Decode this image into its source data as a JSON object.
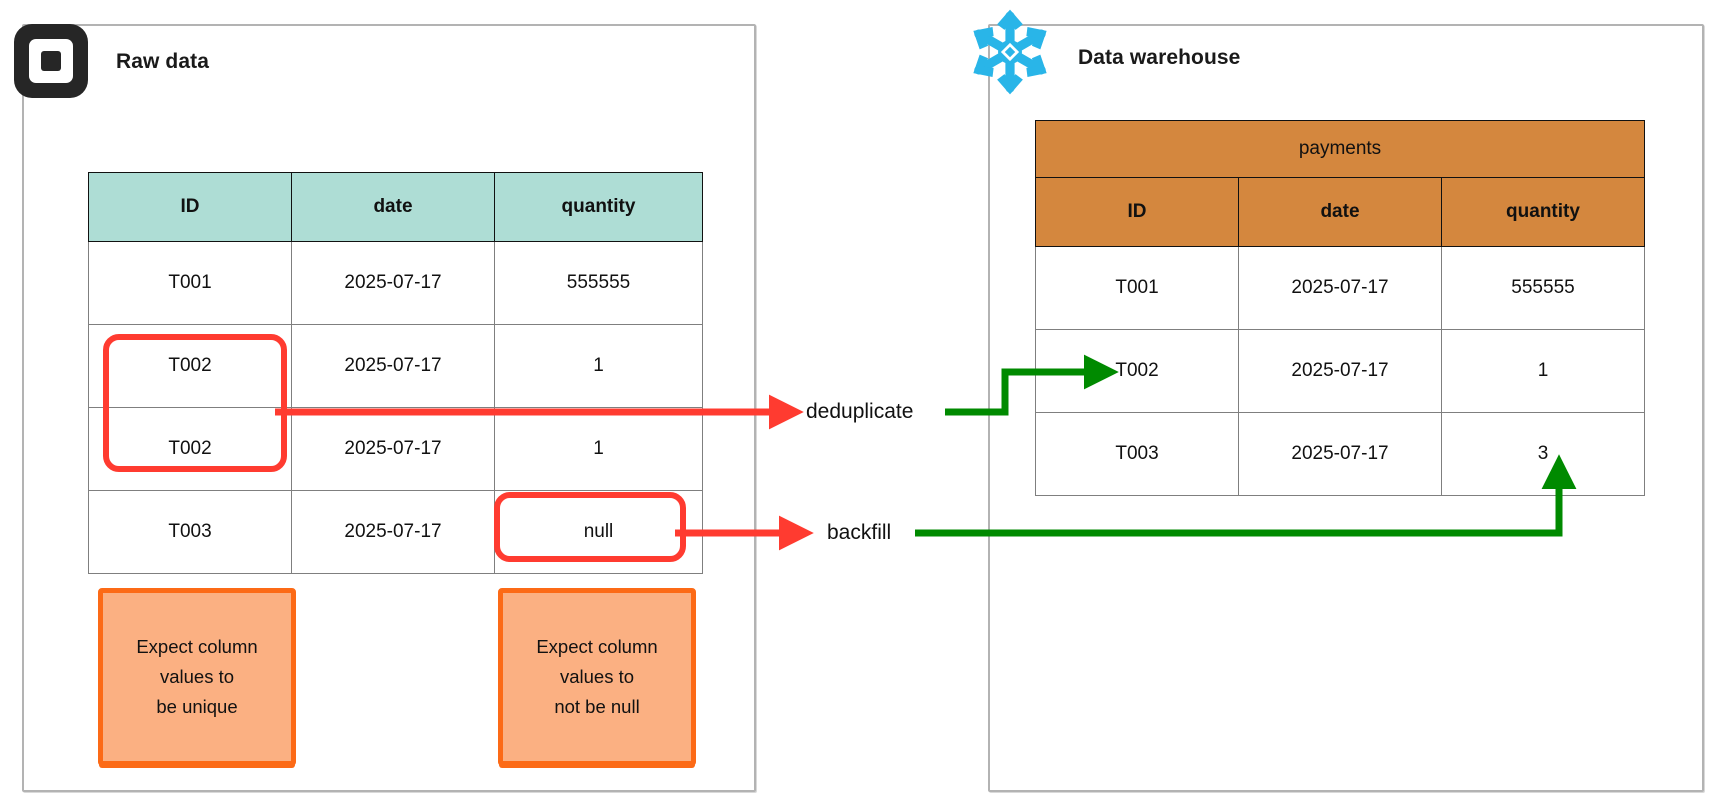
{
  "panels": {
    "left": {
      "title": "Raw data",
      "logo": "square-logo"
    },
    "right": {
      "title": "Data warehouse",
      "logo": "snowflake-logo"
    }
  },
  "raw_table": {
    "columns": [
      "ID",
      "date",
      "quantity"
    ],
    "rows": [
      [
        "T001",
        "2025-07-17",
        "555555"
      ],
      [
        "T002",
        "2025-07-17",
        "1"
      ],
      [
        "T002",
        "2025-07-17",
        "1"
      ],
      [
        "T003",
        "2025-07-17",
        "null"
      ]
    ],
    "header_color": "#AEDDD5"
  },
  "warehouse_table": {
    "caption": "payments",
    "columns": [
      "ID",
      "date",
      "quantity"
    ],
    "rows": [
      [
        "T001",
        "2025-07-17",
        "555555"
      ],
      [
        "T002",
        "2025-07-17",
        "1"
      ],
      [
        "T003",
        "2025-07-17",
        "3"
      ]
    ],
    "header_color": "#D4873E"
  },
  "sticky_notes": [
    {
      "line1": "Expect column",
      "line2": "values to",
      "line3": "be unique"
    },
    {
      "line1": "Expect column",
      "line2": "values to",
      "line3": "not be null"
    }
  ],
  "flows": [
    {
      "label": "deduplicate",
      "in_color": "#FF3B30",
      "out_color": "#008A00"
    },
    {
      "label": "backfill",
      "in_color": "#FF3B30",
      "out_color": "#008A00"
    }
  ],
  "highlights": [
    {
      "target": "duplicate-ids"
    },
    {
      "target": "null-quantity"
    }
  ],
  "colors": {
    "red": "#FF3B30",
    "green": "#008A00",
    "teal_header": "#AEDDD5",
    "orange_header": "#D4873E",
    "sticky_fill": "#FBB082",
    "sticky_border": "#FC6A16",
    "snowflake_blue": "#29B5E8",
    "square_dark": "#262626",
    "panel_border": "#b3b3b3"
  }
}
